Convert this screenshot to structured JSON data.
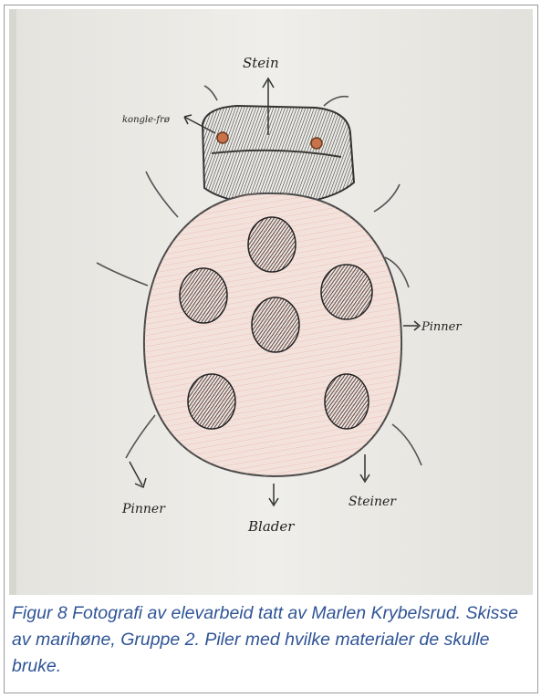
{
  "photo": {
    "labels": {
      "head": "Stein",
      "eyes": "kongle-frø",
      "legs_right": "Pinner",
      "legs_left": "Pinner",
      "body": "Blader",
      "spots": "Steiner"
    }
  },
  "caption": {
    "figure_label": "Figur 8",
    "text": "Fotografi av elevarbeid tatt av Marlen Krybelsrud. Skisse av marihøne, Gruppe 2. Piler med hvilke materialer de skulle bruke."
  },
  "colors": {
    "caption": "#2f5496",
    "paper": "#ecebe7",
    "body_fill": "#f1d5cc",
    "spots": "#3a3a3a"
  }
}
